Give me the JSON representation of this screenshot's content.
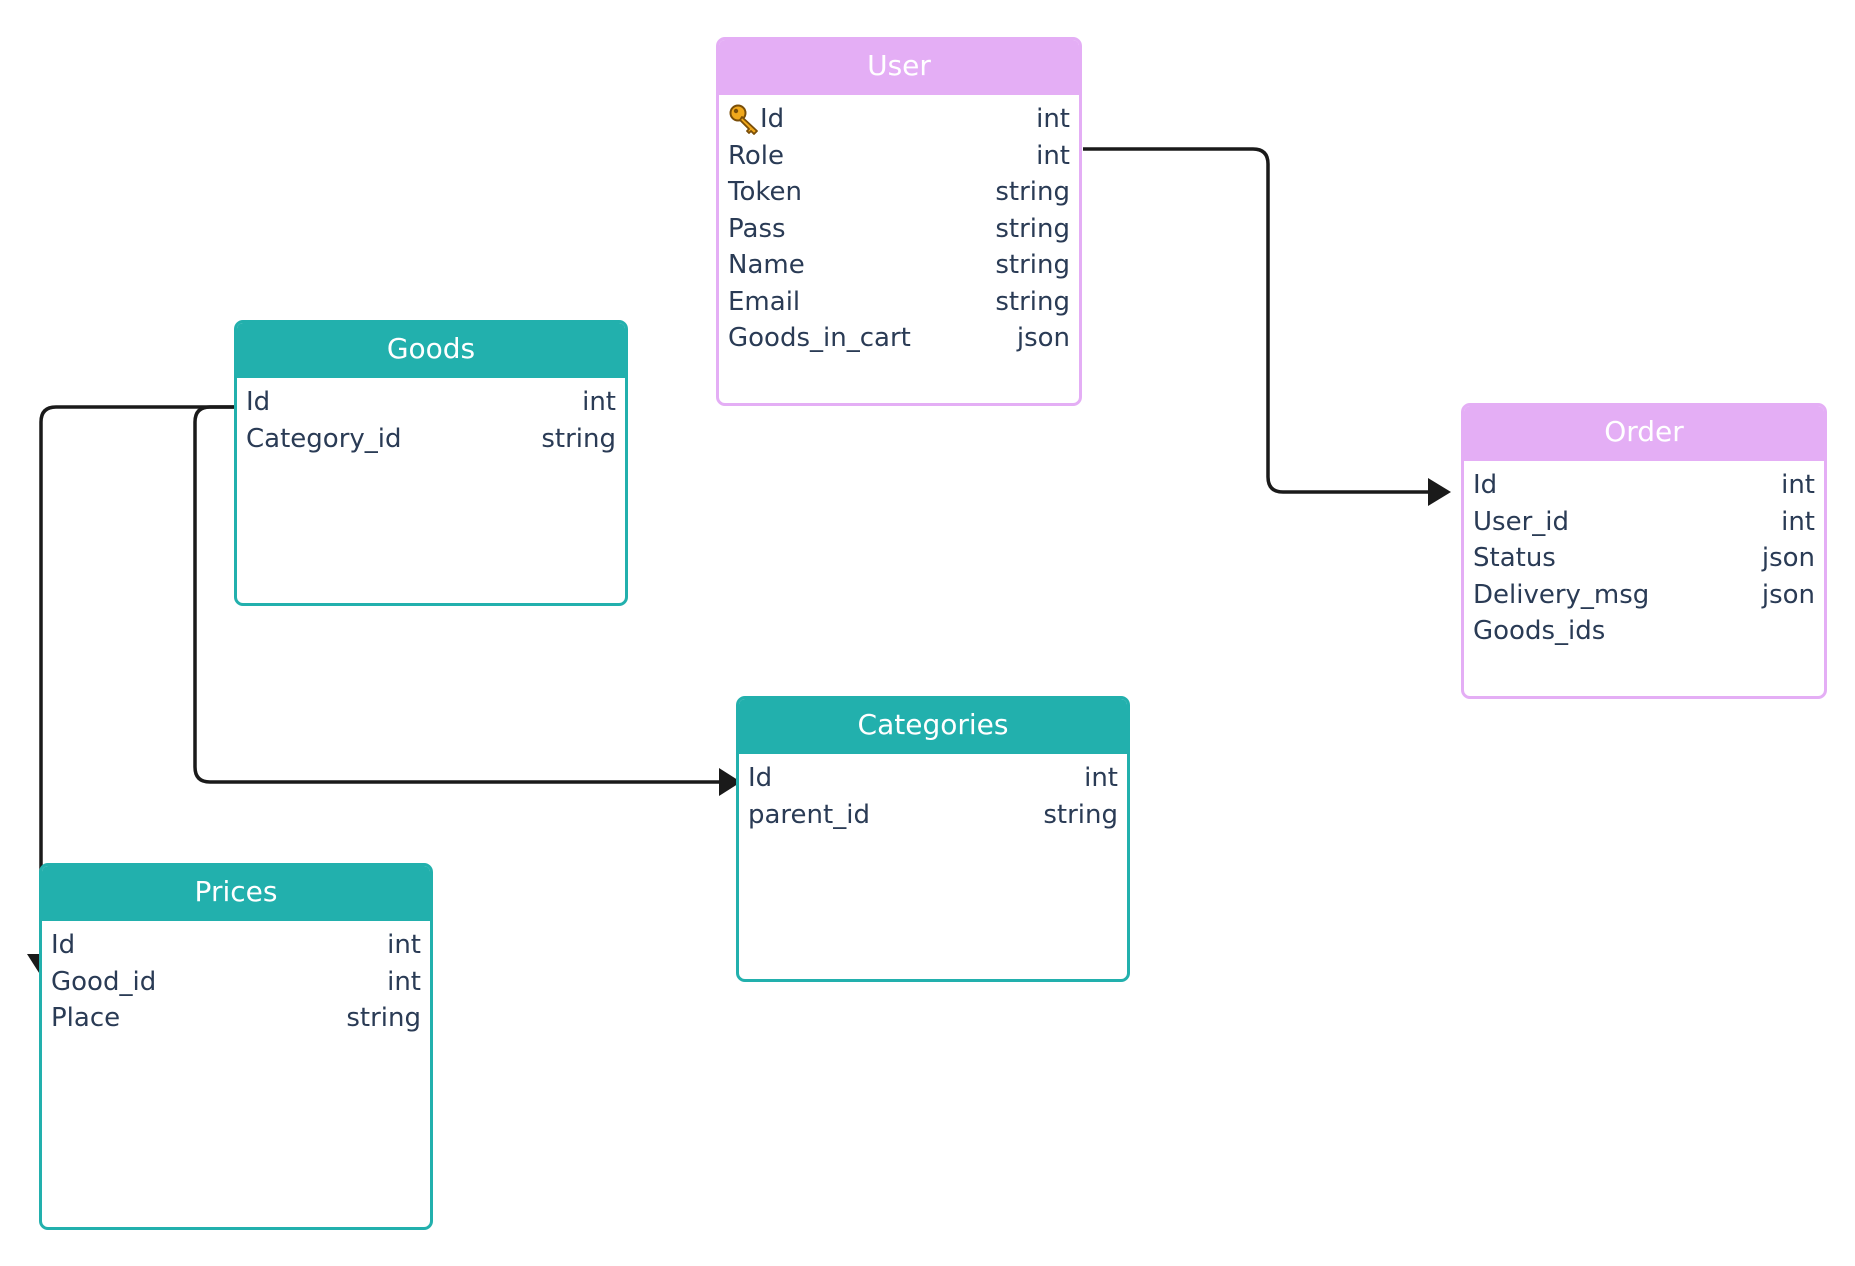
{
  "entities": {
    "user": {
      "title": "User",
      "fields": [
        {
          "name": "Id",
          "type": "int",
          "key": true
        },
        {
          "name": "Role",
          "type": "int"
        },
        {
          "name": "Token",
          "type": "string"
        },
        {
          "name": "Pass",
          "type": "string"
        },
        {
          "name": "Name",
          "type": "string"
        },
        {
          "name": "Email",
          "type": "string"
        },
        {
          "name": "Goods_in_cart",
          "type": "json"
        }
      ]
    },
    "goods": {
      "title": "Goods",
      "fields": [
        {
          "name": "Id",
          "type": "int"
        },
        {
          "name": "Category_id",
          "type": "string"
        }
      ]
    },
    "order": {
      "title": "Order",
      "fields": [
        {
          "name": "Id",
          "type": "int"
        },
        {
          "name": "User_id",
          "type": "int"
        },
        {
          "name": "Status",
          "type": "json"
        },
        {
          "name": "Delivery_msg",
          "type": "json"
        },
        {
          "name": "Goods_ids",
          "type": ""
        }
      ]
    },
    "categories": {
      "title": "Categories",
      "fields": [
        {
          "name": "Id",
          "type": "int"
        },
        {
          "name": "parent_id",
          "type": "string"
        }
      ]
    },
    "prices": {
      "title": "Prices",
      "fields": [
        {
          "name": "Id",
          "type": "int"
        },
        {
          "name": "Good_id",
          "type": "int"
        },
        {
          "name": "Place",
          "type": "string"
        }
      ]
    }
  },
  "relations": [
    {
      "from": "User.Role",
      "to": "Order.Id"
    },
    {
      "from": "Goods.Id",
      "to": "Categories.Id"
    },
    {
      "from": "Goods.Id",
      "to": "Prices.Id"
    }
  ],
  "colors": {
    "teal": "#22b0ad",
    "pink": "#e4aef5",
    "text": "#2a3b55",
    "connector": "#1a1a1a",
    "key_icon": "#f0a81c"
  }
}
